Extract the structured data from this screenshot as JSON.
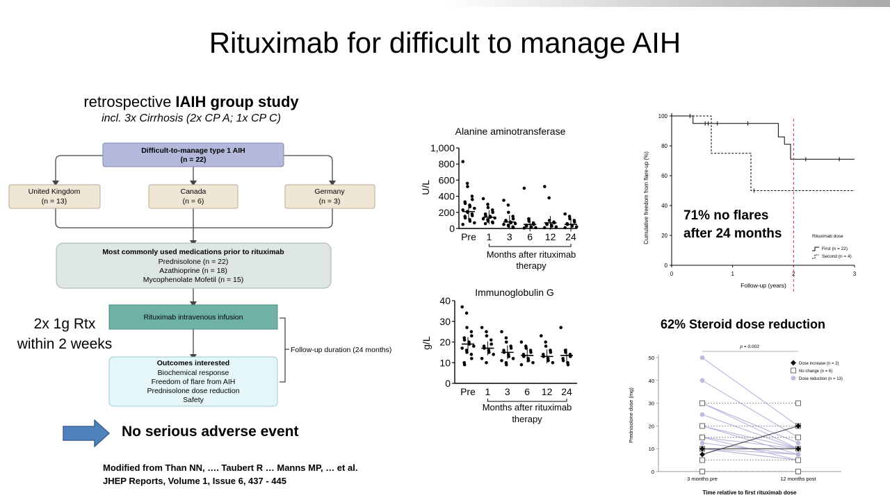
{
  "slide": {
    "title": "Rituximab for difficult to manage AIH",
    "study_prefix": "retrospective ",
    "study_bold": "IAIH group study",
    "study_sub": "incl. 3x Cirrhosis (2x CP A; 1x CP C)",
    "rtx_line1": "2x 1g Rtx",
    "rtx_line2": "within 2 weeks",
    "no_adverse": "No serious adverse event",
    "ref_line1": "Modified from Than NN, …. Taubert R … Manns MP, … et al.",
    "ref_line2": "JHEP Reports, Volume 1, Issue 6, 437 - 445",
    "flares_line1": "71% no flares",
    "flares_line2": "after 24 months",
    "steroid": "62% Steroid dose reduction"
  },
  "flowchart": {
    "top_title": "Difficult-to-manage type 1 AIH",
    "top_n": "(n = 22)",
    "uk": "United Kingdom",
    "uk_n": "(n = 13)",
    "ca": "Canada",
    "ca_n": "(n = 6)",
    "de": "Germany",
    "de_n": "(n = 3)",
    "meds_title": "Most commonly used medications prior to rituximab",
    "meds1": "Prednisolone (n = 22)",
    "meds2": "Azathioprine (n = 18)",
    "meds3": "Mycophenolate Mofetil (n = 15)",
    "infusion": "Rituximab intravenous infusion",
    "followup": "Follow-up duration (24 months)",
    "outcomes_title": "Outcomes interested",
    "out1": "Biochemical response",
    "out2": "Freedom of flare from AIH",
    "out3": "Prednisolone dose reduction",
    "out4": "Safety",
    "colors": {
      "top": "#b4b9dc",
      "country": "#efe6d6",
      "meds": "#dde6e0",
      "infusion": "#6fb1a4",
      "outcomes": "#e5f6f8"
    }
  },
  "chart_data": [
    {
      "type": "scatter",
      "title": "Alanine aminotransferase",
      "ylabel": "U/L",
      "xlabel": "Months after rituximab therapy",
      "categories": [
        "Pre",
        "1",
        "3",
        "6",
        "12",
        "24"
      ],
      "yticks": [
        "0",
        "200",
        "400",
        "600",
        "800",
        "1,000"
      ],
      "ylim": [
        0,
        1000
      ],
      "medians": [
        210,
        140,
        80,
        50,
        70,
        50
      ],
      "points": [
        [
          830,
          560,
          520,
          400,
          360,
          330,
          310,
          290,
          270,
          250,
          230,
          210,
          200,
          180,
          160,
          150,
          130,
          110,
          90,
          70,
          50
        ],
        [
          370,
          300,
          260,
          230,
          200,
          180,
          160,
          150,
          140,
          130,
          120,
          110,
          90,
          80,
          70,
          60
        ],
        [
          350,
          290,
          200,
          150,
          120,
          100,
          90,
          80,
          70,
          60,
          50,
          40,
          30,
          20,
          10
        ],
        [
          500,
          120,
          90,
          70,
          50,
          40,
          30,
          20,
          15,
          10,
          5
        ],
        [
          520,
          380,
          100,
          80,
          70,
          60,
          50,
          40,
          30,
          20,
          10
        ],
        [
          180,
          150,
          120,
          100,
          80,
          60,
          50,
          40,
          30,
          20,
          10
        ]
      ]
    },
    {
      "type": "scatter",
      "title": "Immunoglobulin G",
      "ylabel": "g/L",
      "xlabel": "Months after rituximab therapy",
      "categories": [
        "Pre",
        "1",
        "3",
        "6",
        "12",
        "24"
      ],
      "yticks": [
        "0",
        "10",
        "20",
        "30",
        "40"
      ],
      "ylim": [
        0,
        40
      ],
      "medians": [
        19,
        17,
        15,
        13.5,
        13,
        13.5
      ],
      "points": [
        [
          37,
          34,
          27,
          25,
          23,
          22,
          21,
          20,
          19,
          18,
          17,
          16,
          15,
          14,
          12,
          10,
          9
        ],
        [
          27,
          25,
          23,
          21,
          19,
          18,
          17,
          16,
          15,
          14,
          12,
          10
        ],
        [
          25,
          22,
          20,
          18,
          17,
          16,
          15,
          14,
          13,
          12,
          11,
          10,
          9
        ],
        [
          20,
          18,
          17,
          16,
          15,
          14,
          13,
          12,
          11,
          10,
          9
        ],
        [
          23,
          20,
          18,
          16,
          15,
          14,
          13,
          12,
          11,
          10
        ],
        [
          27,
          16,
          15,
          14,
          13,
          12,
          11,
          10,
          9
        ]
      ]
    },
    {
      "type": "line",
      "ylabel": "Cumulative freedom from flare-up (%)",
      "xlabel": "Follow-up (years)",
      "xlim": [
        0,
        3
      ],
      "ylim": [
        0,
        100
      ],
      "xticks": [
        "0",
        "1",
        "2",
        "3"
      ],
      "yticks": [
        "0",
        "20",
        "40",
        "60",
        "80",
        "100"
      ],
      "legend_title": "Rituximab dose",
      "cutoff_x": 2,
      "series": [
        {
          "name": "First (n = 22)",
          "style": "solid",
          "steps": [
            [
              0,
              100
            ],
            [
              0.35,
              100
            ],
            [
              0.35,
              95
            ],
            [
              1.75,
              95
            ],
            [
              1.75,
              86
            ],
            [
              1.85,
              86
            ],
            [
              1.85,
              81
            ],
            [
              1.95,
              81
            ],
            [
              1.95,
              71
            ],
            [
              3,
              71
            ]
          ],
          "censor": [
            [
              0.3,
              100
            ],
            [
              0.55,
              95
            ],
            [
              0.6,
              95
            ],
            [
              0.75,
              95
            ],
            [
              1.25,
              95
            ],
            [
              2.2,
              71
            ],
            [
              2.75,
              71
            ]
          ]
        },
        {
          "name": "Second (n = 4)",
          "style": "dashed",
          "steps": [
            [
              0,
              100
            ],
            [
              0.35,
              100
            ],
            [
              0.65,
              100
            ],
            [
              0.65,
              75
            ],
            [
              1.3,
              75
            ],
            [
              1.3,
              50
            ],
            [
              3,
              50
            ]
          ],
          "censor": [
            [
              1.35,
              50
            ]
          ]
        }
      ]
    },
    {
      "type": "line",
      "ylabel": "Prednisolone dose (mg)",
      "xlabel": "Time relative to first rituximab dose",
      "categories": [
        "3 months pre",
        "12 months post"
      ],
      "ylim": [
        0,
        50
      ],
      "yticks": [
        "0",
        "10",
        "20",
        "30",
        "40",
        "50"
      ],
      "p_value": "p = 0.003",
      "series": [
        {
          "name": "Dose increase (n = 2)",
          "marker": "diamond",
          "color": "#222222",
          "pairs": [
            [
              7.5,
              20
            ],
            [
              10,
              10
            ]
          ]
        },
        {
          "name": "No change (n = 6)",
          "marker": "square",
          "color": "#888888",
          "pairs": [
            [
              30,
              30
            ],
            [
              20,
              20
            ],
            [
              15,
              15
            ],
            [
              10,
              10
            ],
            [
              5,
              5
            ],
            [
              0,
              0
            ]
          ]
        },
        {
          "name": "Dose reduction (n = 13)",
          "marker": "circle",
          "color": "#b7b4dc",
          "pairs": [
            [
              50,
              20
            ],
            [
              40,
              15
            ],
            [
              30,
              10
            ],
            [
              30,
              12.5
            ],
            [
              25,
              10
            ],
            [
              20,
              10
            ],
            [
              20,
              7.5
            ],
            [
              15,
              5
            ],
            [
              15,
              10
            ],
            [
              12.5,
              7.5
            ],
            [
              10,
              5
            ],
            [
              10,
              7.5
            ],
            [
              10,
              5
            ]
          ]
        }
      ]
    }
  ]
}
